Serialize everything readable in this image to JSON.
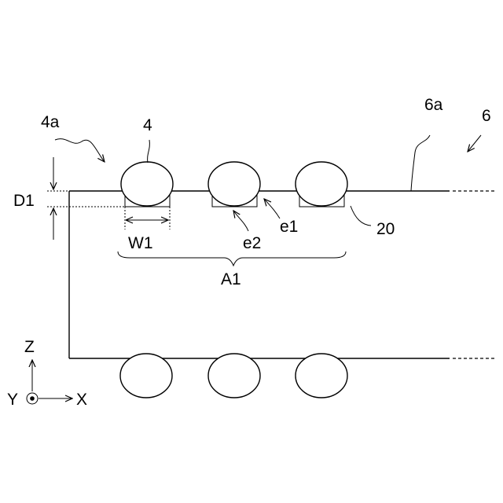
{
  "labels": {
    "label_4a": "4a",
    "label_4": "4",
    "label_6a": "6a",
    "label_6": "6",
    "label_D1": "D1",
    "label_W1": "W1",
    "label_e2": "e2",
    "label_e1": "e1",
    "label_20": "20",
    "label_A1": "A1"
  },
  "axes": {
    "z": "Z",
    "y": "Y",
    "x": "X"
  }
}
